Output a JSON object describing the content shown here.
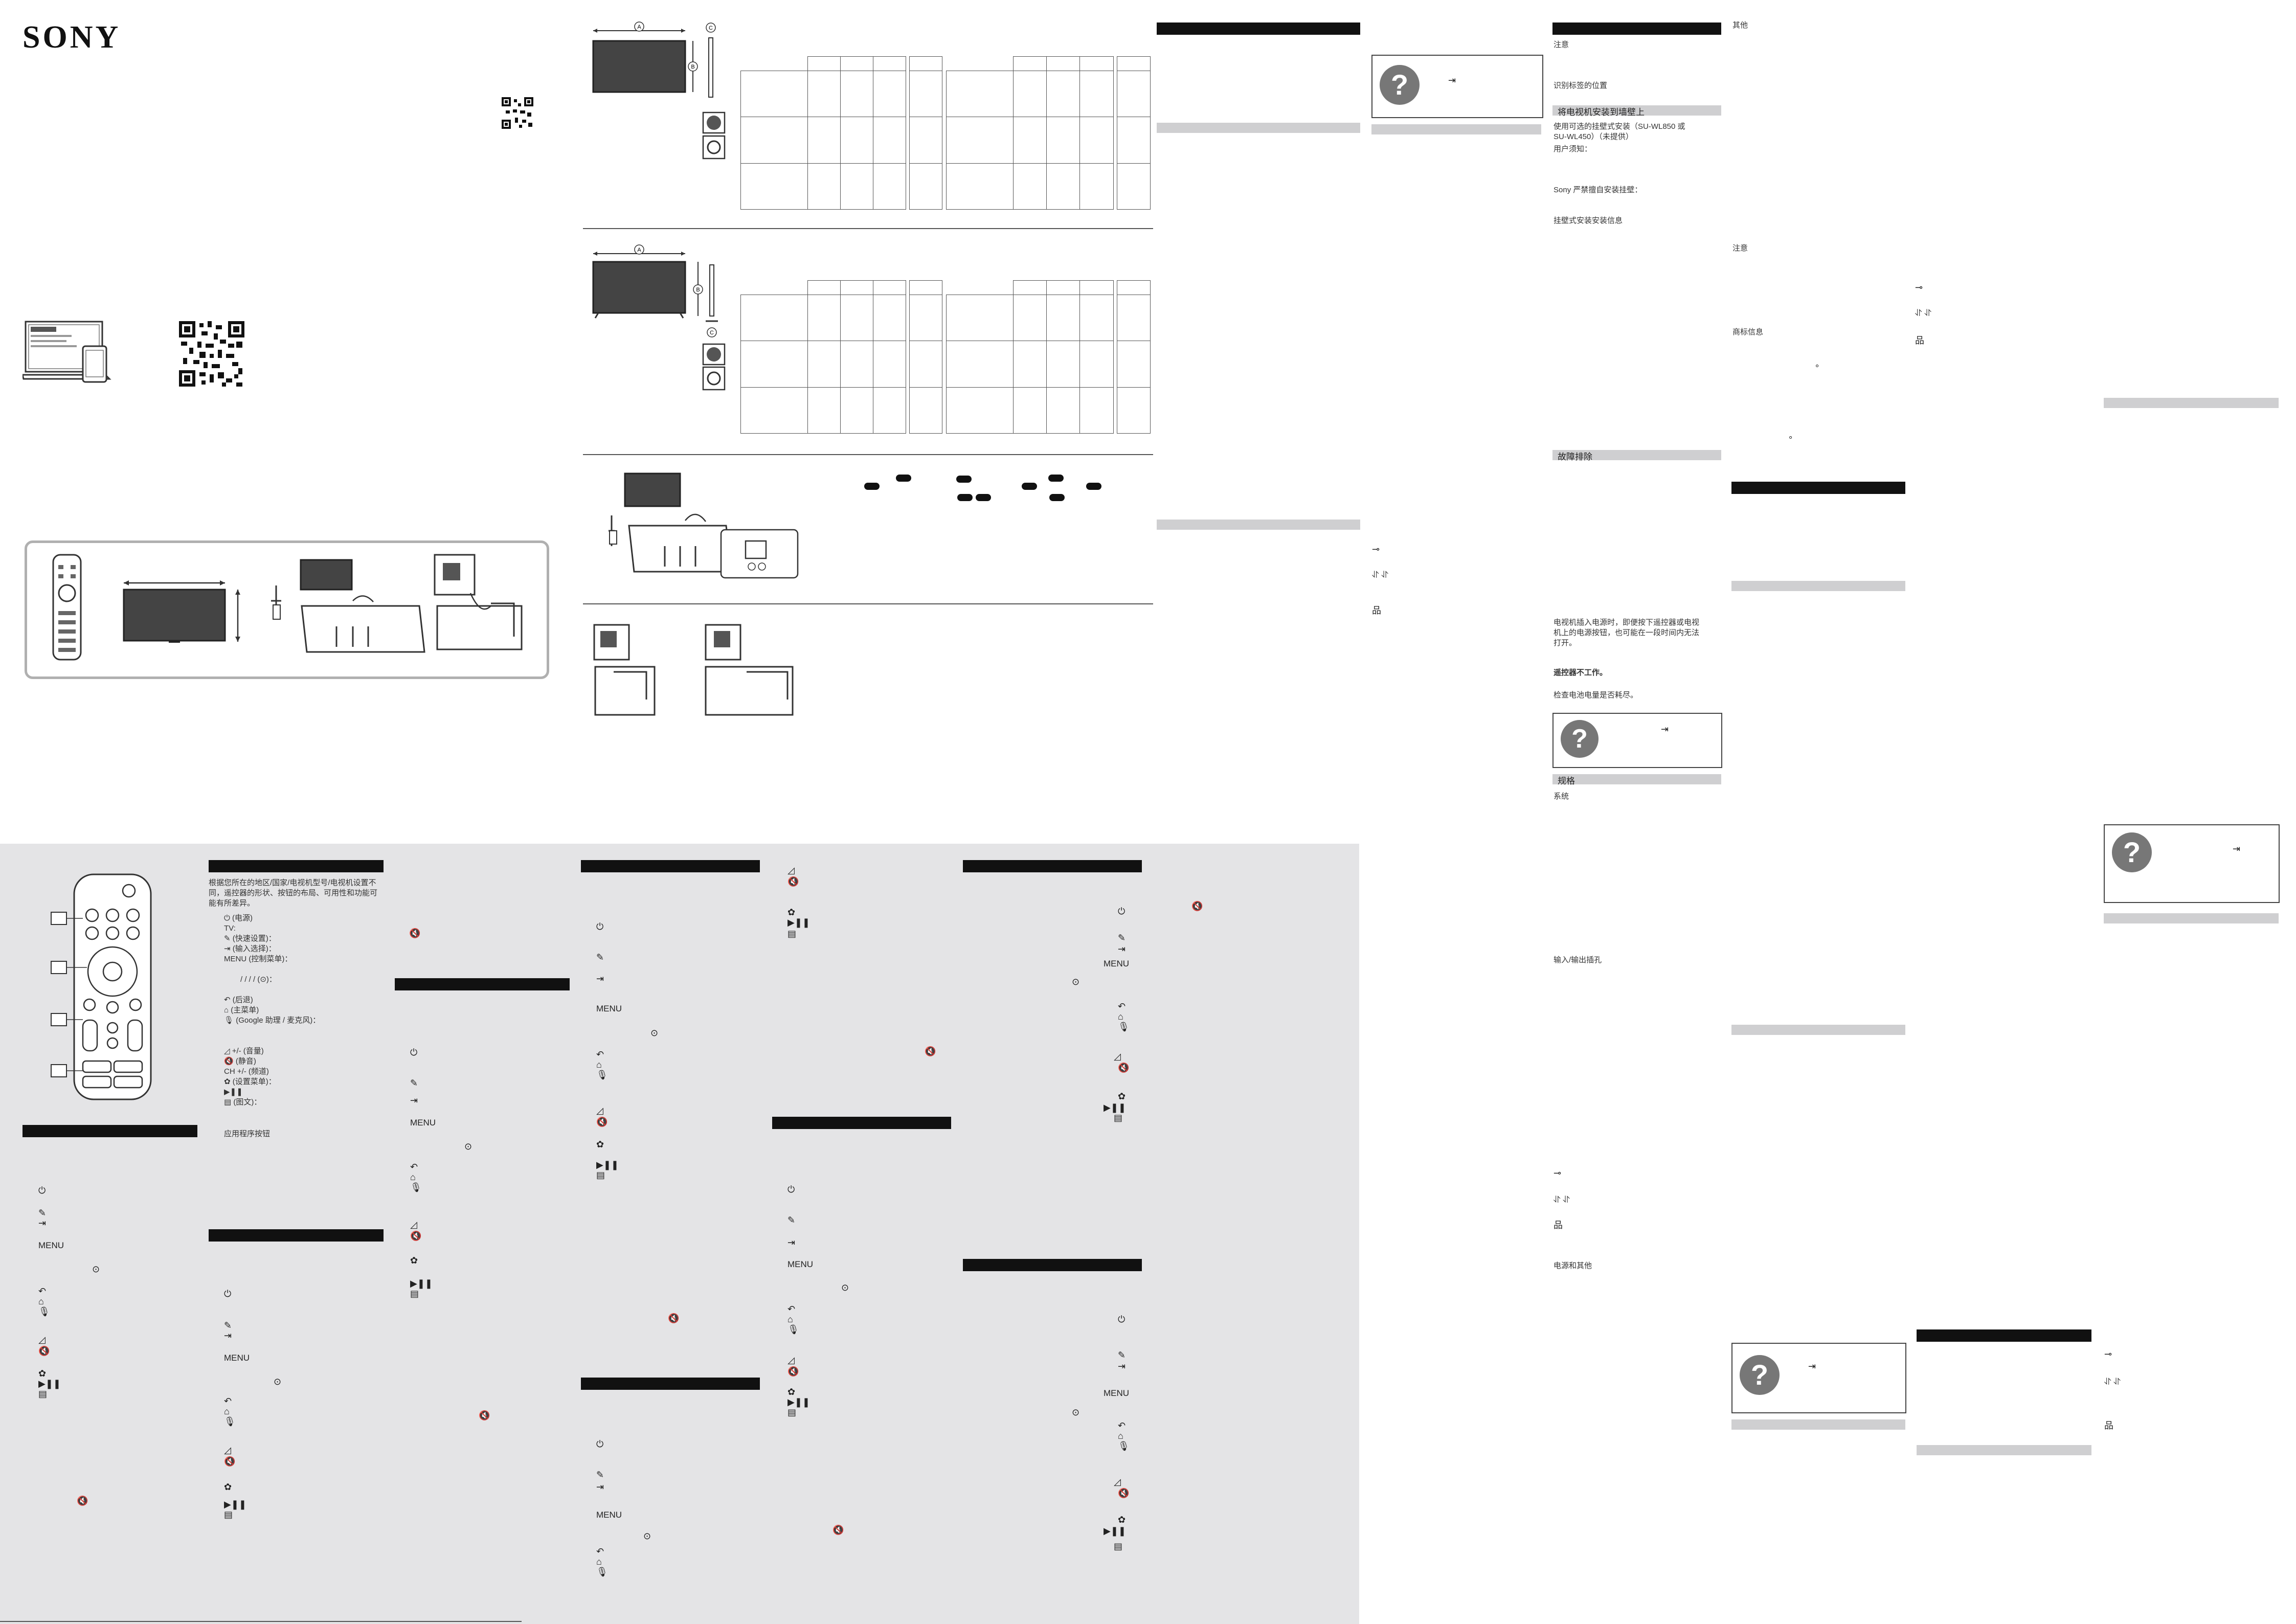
{
  "brand": {
    "logo": "SONY"
  },
  "remote_labels": {
    "intro": "根据您所在的地区/国家/电视机型号/电视机设置不同，遥控器的形状、按钮的布局、可用性和功能可能有所差异。",
    "power": "(电源)",
    "tv": "TV:",
    "quick_settings": "(快速设置)：",
    "input": "(输入选择)：",
    "menu": "MENU (控制菜单)：",
    "nav": "/ / / / (⊙)：",
    "back": "(后退)",
    "home": "(主菜单)",
    "mic": "(Google 助理 / 麦克风)：",
    "volume": "+/- (音量)",
    "mute": "(静音)",
    "channel": "CH +/- (频道)",
    "settings": "(设置菜单)：",
    "play": "",
    "teletext": "(图文)：",
    "app_buttons": "应用程序按钮"
  },
  "menu_label": "MENU",
  "chinese": {
    "caution1": "注意",
    "identify": "识别标签的位置",
    "wall_mount_heading": "将电视机安装到墙壁上",
    "wall_mount_line1": "使用可选的挂壁式安装（SU-WL850 或",
    "wall_mount_line2": "SU-WL450）（未提供）",
    "user_notice": "用户须知：",
    "sony_note": "Sony 严禁擅自安装挂壁：",
    "bracket_info": "挂壁式安装安装信息",
    "troubleshoot": "故障排除",
    "power_line1": "电视机插入电源时，即便按下遥控器或电视",
    "power_line2": "机上的电源按钮，也可能在一段时间内无法",
    "power_line3": "打开。",
    "remote_fail": "遥控器不工作。",
    "battery_note": "检查电池电量是否耗尽。",
    "spec": "规格",
    "system": "系统",
    "io": "输入/输出插孔",
    "power_other": "电源和其他",
    "other": "其他",
    "caution2": "注意",
    "trademark": "商标信息"
  }
}
